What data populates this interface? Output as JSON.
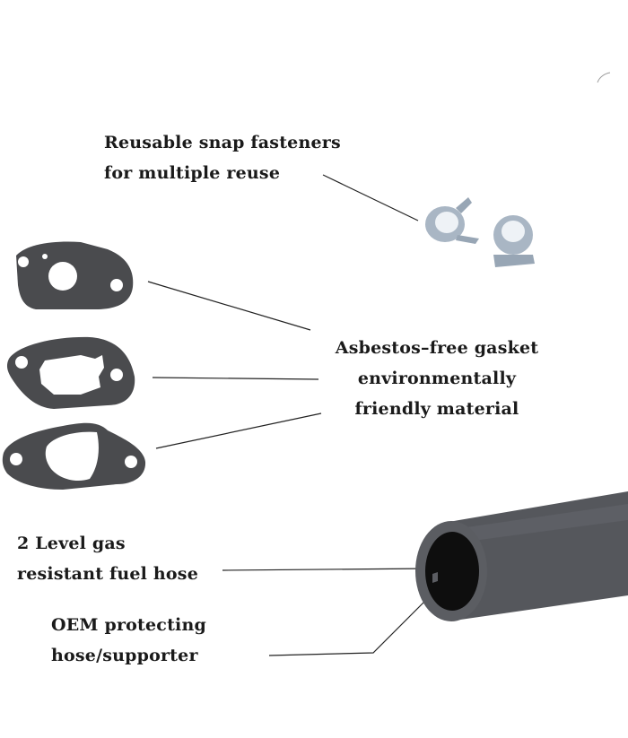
{
  "callouts": {
    "fasteners": {
      "line1": "Reusable snap fasteners",
      "line2": "for multiple reuse"
    },
    "gasket": {
      "line1": "Asbestos–free gasket",
      "line2": "environmentally",
      "line3": "friendly material"
    },
    "hose": {
      "line1": "2 Level gas",
      "line2": "resistant fuel hose"
    },
    "supporter": {
      "line1": "OEM protecting",
      "line2": "hose/supporter"
    }
  },
  "colors": {
    "gasket": "#4a4b4e",
    "hose": "#55575c",
    "clamp": "#a9b6c4",
    "text": "#1a1a1a",
    "leader": "#222222"
  }
}
